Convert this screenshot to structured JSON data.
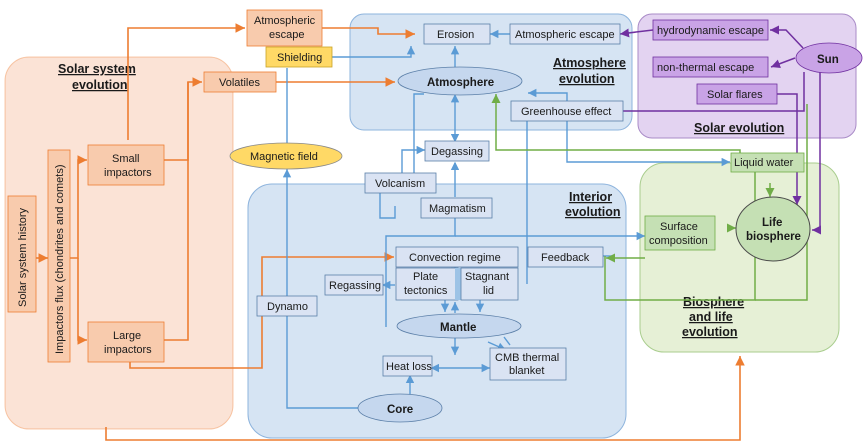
{
  "regions": {
    "solar_system": {
      "title_line1": "Solar system",
      "title_line2": "evolution",
      "color": "#fbe3d6"
    },
    "atmosphere": {
      "title_line1": "Atmosphere",
      "title_line2": "evolution",
      "color": "#d6e4f3"
    },
    "solar": {
      "title": "Solar evolution",
      "color": "#e3d3f1"
    },
    "interior": {
      "title_line1": "Interior",
      "title_line2": "evolution",
      "color": "#d6e4f3"
    },
    "biosphere": {
      "title_line1": "Biosphere",
      "title_line2": "and life",
      "title_line3": "evolution",
      "color": "#e6f0d6"
    }
  },
  "nodes": {
    "solar_system_history": "Solar system history",
    "impactors_flux": "Impactors flux (chondrites and comets)",
    "small_impactors_1": "Small",
    "small_impactors_2": "impactors",
    "large_impactors_1": "Large",
    "large_impactors_2": "impactors",
    "atmospheric_escape_1": "Atmospheric",
    "atmospheric_escape_2": "escape",
    "volatiles": "Volatiles",
    "shielding": "Shielding",
    "magnetic_field": "Magnetic field",
    "erosion": "Erosion",
    "atmospheric_escape_atm": "Atmospheric escape",
    "atmosphere": "Atmosphere",
    "greenhouse_effect": "Greenhouse effect",
    "hydrodynamic_escape": "hydrodynamic escape",
    "non_thermal_escape": "non-thermal  escape",
    "solar_flares": "Solar flares",
    "sun": "Sun",
    "degassing": "Degassing",
    "volcanism": "Volcanism",
    "magmatism": "Magmatism",
    "convection_regime": "Convection regime",
    "feedback": "Feedback",
    "regassing": "Regassing",
    "plate_tectonics_1": "Plate",
    "plate_tectonics_2": "tectonics",
    "stagnant_lid_1": "Stagnant",
    "stagnant_lid_2": "lid",
    "dynamo": "Dynamo",
    "mantle": "Mantle",
    "heat_loss": "Heat loss",
    "cmb_1": "CMB thermal",
    "cmb_2": "blanket",
    "core": "Core",
    "liquid_water": "Liquid water",
    "surface_composition_1": "Surface",
    "surface_composition_2": "composition",
    "life_1": "Life",
    "life_2": "biosphere"
  },
  "colors": {
    "orange_arrow": "#ed7d31",
    "blue_arrow": "#5b9bd5",
    "purple_arrow": "#7030a0",
    "green_arrow": "#70ad47",
    "orange_box": "#f8cbad",
    "blue_box": "#dae3f3",
    "purple_box": "#c9a3e6",
    "green_box": "#c5e0b4",
    "yellow_box": "#ffd966"
  }
}
